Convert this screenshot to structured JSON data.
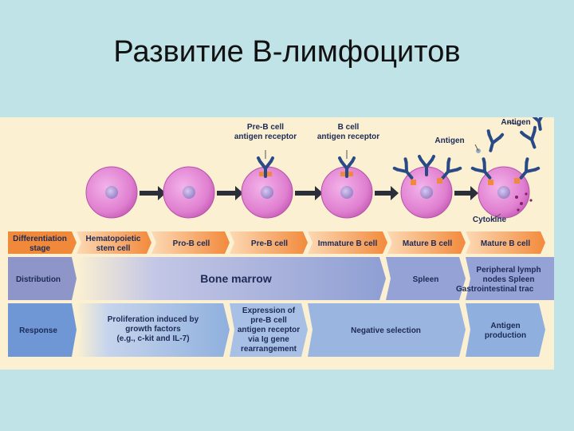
{
  "title": "Развитие В-лимфоцитов",
  "top_labels": {
    "pre_b_receptor": [
      "Pre-B cell",
      "antigen receptor"
    ],
    "b_receptor": [
      "B cell",
      "antigen receptor"
    ],
    "antigen_1": "Antigen",
    "antigen_2": "Antigen",
    "cytokine": "Cytokine"
  },
  "rows": {
    "stage": {
      "header": [
        "Differentiation",
        "stage"
      ],
      "items": [
        [
          "Hematopoietic",
          "stem cell"
        ],
        [
          "Pro-B cell"
        ],
        [
          "Pre-B cell"
        ],
        [
          "Immature B cell"
        ],
        [
          "Mature B cell"
        ],
        [
          "Mature B cell"
        ]
      ]
    },
    "distribution": {
      "header": "Distribution",
      "bone_marrow": "Bone marrow",
      "spleen": "Spleen",
      "peripheral": [
        "Peripheral lymph",
        "nodes Spleen",
        "Gastrointestinal trac"
      ]
    },
    "response": {
      "header": "Response",
      "proliferation": [
        "Proliferation induced by",
        "growth factors",
        "(e.g., c-kit and IL-7)"
      ],
      "expression": [
        "Expression of",
        "pre-B cell",
        "antigen receptor",
        "via Ig gene",
        "rearrangement"
      ],
      "negative": "Negative selection",
      "antigen_production": [
        "Antigen",
        "production"
      ]
    }
  },
  "colors": {
    "background": "#bfe3e6",
    "panel": "#fbf0d2",
    "cell": "#e68cd6",
    "orange": "#f08a3a",
    "blue": "#7f9ccf",
    "receptor": "#2a4a86"
  }
}
